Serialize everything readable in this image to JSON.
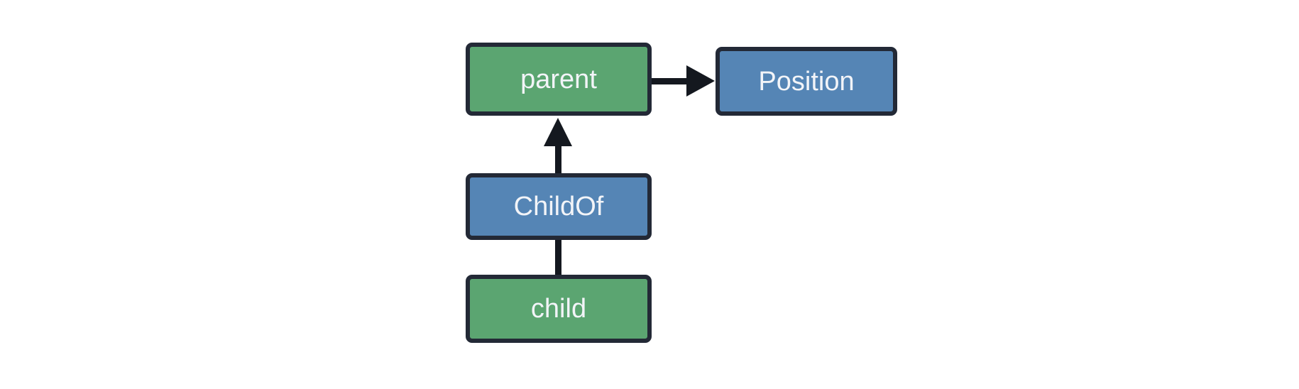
{
  "diagram": {
    "title": "parent-child relationship diagram",
    "background": "#ffffff",
    "nodes": [
      {
        "id": "parent",
        "label": "parent",
        "fill": "#5ba571",
        "stroke": "#232936",
        "text_color": "#f2f4f8"
      },
      {
        "id": "Position",
        "label": "Position",
        "fill": "#5585b5",
        "stroke": "#232936",
        "text_color": "#f2f4f8"
      },
      {
        "id": "ChildOf",
        "label": "ChildOf",
        "fill": "#5585b5",
        "stroke": "#232936",
        "text_color": "#f2f4f8"
      },
      {
        "id": "child",
        "label": "child",
        "fill": "#5ba571",
        "stroke": "#232936",
        "text_color": "#f2f4f8"
      }
    ],
    "edges": [
      {
        "from": "parent",
        "to": "Position",
        "style": "arrow",
        "direction": "right",
        "color": "#14181f"
      },
      {
        "from": "ChildOf",
        "to": "parent",
        "style": "arrow",
        "direction": "up",
        "color": "#14181f"
      },
      {
        "from": "child",
        "to": "ChildOf",
        "style": "plain-line",
        "direction": "up",
        "color": "#14181f"
      }
    ],
    "colors": {
      "entity_green": "#5ba571",
      "type_blue": "#5585b5",
      "border_dark": "#232936",
      "arrow_black": "#14181f",
      "label_text": "#f2f4f8"
    }
  }
}
